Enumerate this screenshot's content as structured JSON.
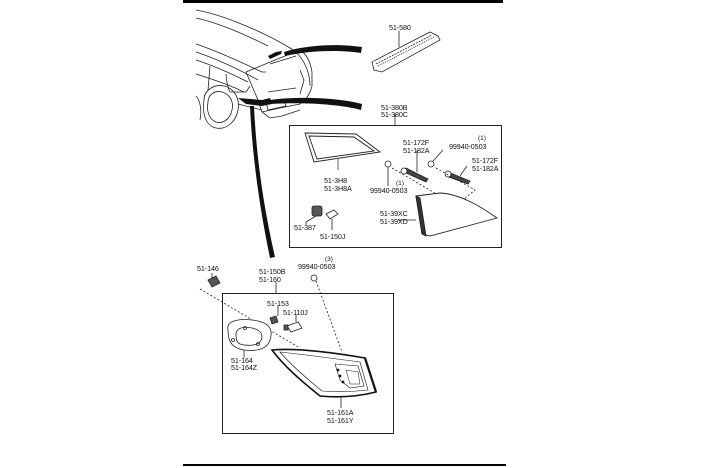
{
  "diagram": {
    "colors": {
      "ink": "#111111",
      "paper": "#ffffff",
      "frame": "#000000"
    },
    "upper_group": {
      "header_part": {
        "code": "51-580"
      },
      "box_callout": {
        "codes": [
          "51-380B",
          "51-380C"
        ]
      },
      "parts": [
        {
          "id": "glass",
          "codes": [
            "51-3H8",
            "51-3H8A"
          ]
        },
        {
          "id": "bracket-left",
          "codes": [
            "51-172F",
            "51-182A"
          ]
        },
        {
          "id": "bracket-right",
          "codes": [
            "51-172F",
            "51-182A"
          ]
        },
        {
          "id": "screw-top",
          "code": "99940-0503",
          "qty": "(1)"
        },
        {
          "id": "screw-bottom",
          "code": "99940-0503",
          "qty": "(1)"
        },
        {
          "id": "lamp",
          "codes": [
            "51-39XC",
            "51-39XD"
          ]
        },
        {
          "id": "socket",
          "code": "51-387"
        },
        {
          "id": "bulb",
          "code": "51-150J"
        }
      ]
    },
    "lower_group": {
      "parts": [
        {
          "id": "grommet",
          "code": "51-146"
        },
        {
          "id": "socket-assembly",
          "codes": [
            "51-150B",
            "51-160"
          ]
        },
        {
          "id": "screw",
          "code": "99940-0503",
          "qty": "(3)"
        },
        {
          "id": "socket",
          "code": "51-153"
        },
        {
          "id": "bulb",
          "code": "51-110J"
        },
        {
          "id": "gasket",
          "codes": [
            "51-164",
            "51-164Z"
          ]
        },
        {
          "id": "tail-lamp",
          "codes": [
            "51-161A",
            "51-161Y"
          ]
        }
      ]
    }
  }
}
